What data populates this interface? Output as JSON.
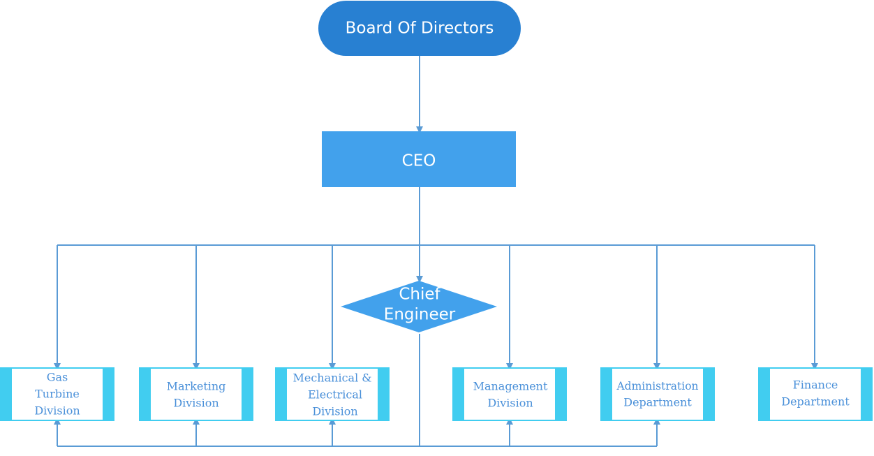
{
  "colors": {
    "board_fill": "#2880d2",
    "ceo_fill": "#42a1ec",
    "chief_fill": "#42a1ec",
    "dept_frame": "#41cdf0",
    "dept_inner": "#ffffff",
    "dept_text": "#4a90d9",
    "connector": "#5a9bd5"
  },
  "nodes": {
    "board": {
      "label": "Board Of Directors"
    },
    "ceo": {
      "label": "CEO"
    },
    "chief_engineer": {
      "lines": [
        "Chief",
        "Engineer"
      ]
    }
  },
  "departments": [
    {
      "id": "gas-turbine-division",
      "lines": [
        "Gas",
        "Turbine",
        "Division"
      ]
    },
    {
      "id": "marketing-division",
      "lines": [
        "Marketing",
        "Division"
      ]
    },
    {
      "id": "mechanical-electrical-division",
      "lines": [
        "Mechanical &",
        "Electrical",
        "Division"
      ]
    },
    {
      "id": "management-division",
      "lines": [
        "Management",
        "Division"
      ]
    },
    {
      "id": "administration-department",
      "lines": [
        "Administration",
        "Department"
      ]
    },
    {
      "id": "finance-department",
      "lines": [
        "Finance",
        "Department"
      ]
    }
  ]
}
